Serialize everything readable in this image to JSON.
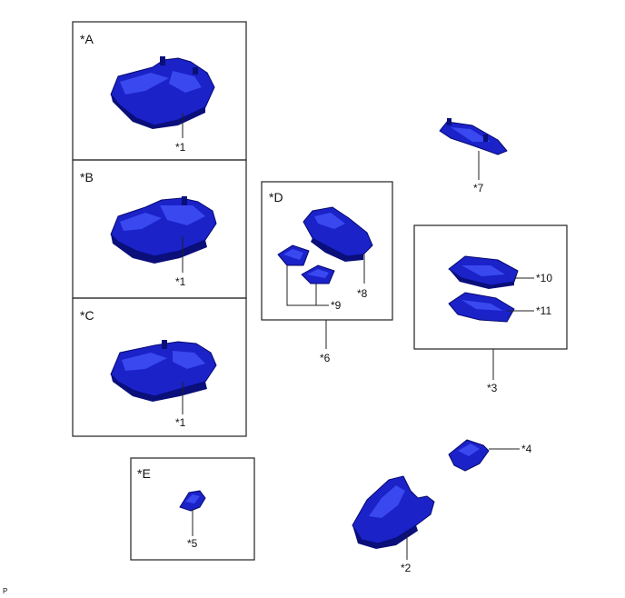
{
  "boxes": {
    "A": "*A",
    "B": "*B",
    "C": "*C",
    "D": "*D",
    "E": "*E"
  },
  "callouts": {
    "c1a": "*1",
    "c1b": "*1",
    "c1c": "*1",
    "c2": "*2",
    "c3": "*3",
    "c4": "*4",
    "c5": "*5",
    "c6": "*6",
    "c7": "*7",
    "c8": "*8",
    "c9": "*9",
    "c10": "*10",
    "c11": "*11"
  },
  "footer": "P",
  "colors": {
    "part": "#1a22c8",
    "part_outline": "#070a6e"
  }
}
